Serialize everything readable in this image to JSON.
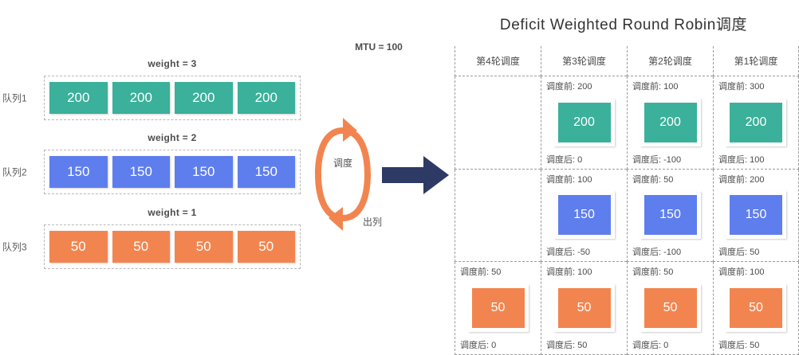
{
  "title": "Deficit Weighted Round Robin调度",
  "mtu_label": "MTU = 100",
  "center": {
    "cycle_label": "调度",
    "dequeue_label": "出列",
    "arrow_color": "#2e3a66",
    "cycle_color": "#f2854f"
  },
  "colors": {
    "green": "#3bb09a",
    "blue": "#5e7eee",
    "orange": "#f2854f"
  },
  "queues": [
    {
      "label": "队列1",
      "weight_label": "weight = 3",
      "color_name": "green",
      "packets": [
        "200",
        "200",
        "200",
        "200"
      ]
    },
    {
      "label": "队列2",
      "weight_label": "weight = 2",
      "color_name": "blue",
      "packets": [
        "150",
        "150",
        "150",
        "150"
      ]
    },
    {
      "label": "队列3",
      "weight_label": "weight = 1",
      "color_name": "orange",
      "packets": [
        "50",
        "50",
        "50",
        "50"
      ]
    }
  ],
  "schedule": {
    "columns": [
      "第4轮调度",
      "第3轮调度",
      "第2轮调度",
      "第1轮调度"
    ],
    "rows": [
      {
        "color_name": "green",
        "cells": [
          {
            "before": "",
            "value": "",
            "after": "",
            "empty": true
          },
          {
            "before": "调度前: 200",
            "value": "200",
            "after": "调度后: 0",
            "empty": false
          },
          {
            "before": "调度前: 100",
            "value": "200",
            "after": "调度后: -100",
            "empty": false
          },
          {
            "before": "调度前: 300",
            "value": "200",
            "after": "调度后: 100",
            "empty": false
          }
        ]
      },
      {
        "color_name": "blue",
        "cells": [
          {
            "before": "",
            "value": "",
            "after": "",
            "empty": true
          },
          {
            "before": "调度前: 100",
            "value": "150",
            "after": "调度后: -50",
            "empty": false
          },
          {
            "before": "调度前: 50",
            "value": "150",
            "after": "调度后: -100",
            "empty": false
          },
          {
            "before": "调度前: 200",
            "value": "150",
            "after": "调度后: 50",
            "empty": false
          }
        ]
      },
      {
        "color_name": "orange",
        "cells": [
          {
            "before": "调度前: 50",
            "value": "50",
            "after": "调度后: 0",
            "empty": false
          },
          {
            "before": "调度前: 100",
            "value": "50",
            "after": "调度后: 50",
            "empty": false
          },
          {
            "before": "调度前: 50",
            "value": "50",
            "after": "调度后: 0",
            "empty": false
          },
          {
            "before": "调度前: 100",
            "value": "50",
            "after": "调度后: 50",
            "empty": false
          }
        ]
      }
    ]
  }
}
